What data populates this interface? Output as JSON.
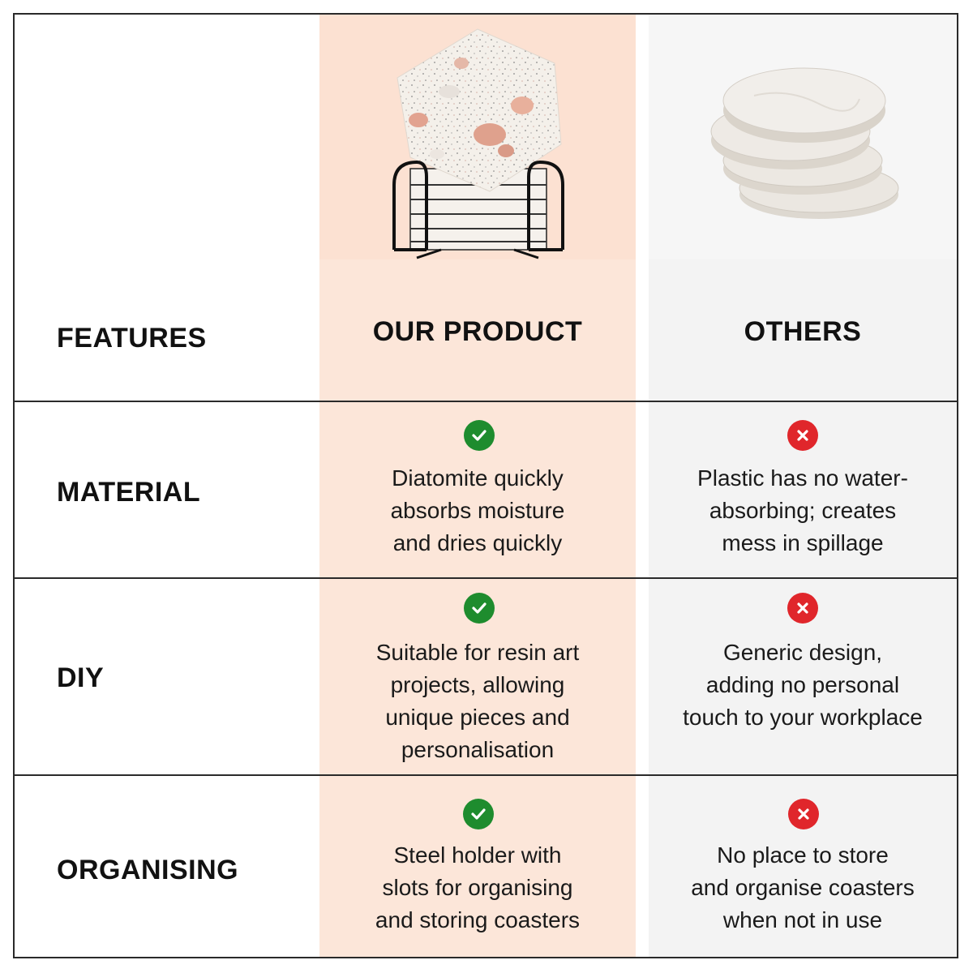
{
  "header": {
    "features_label": "FEATURES",
    "our_product_label": "OUR PRODUCT",
    "others_label": "OTHERS"
  },
  "images": {
    "ours": "hexagon-terrazzo-coasters-in-steel-holder",
    "others": "stacked-round-white-marble-coasters"
  },
  "rows": [
    {
      "feature": "MATERIAL",
      "ours_icon": "check-icon",
      "ours_lines": [
        "Diatomite quickly",
        "absorbs moisture",
        "and dries quickly"
      ],
      "others_icon": "cross-icon",
      "others_lines": [
        "Plastic has no water-",
        "absorbing; creates",
        "mess in spillage"
      ]
    },
    {
      "feature": "DIY",
      "ours_icon": "check-icon",
      "ours_lines": [
        "Suitable for resin art",
        "projects, allowing",
        "unique pieces and",
        "personalisation"
      ],
      "others_icon": "cross-icon",
      "others_lines": [
        "Generic design,",
        "adding no personal",
        "touch to your workplace"
      ]
    },
    {
      "feature": "ORGANISING",
      "ours_icon": "check-icon",
      "ours_lines": [
        "Steel holder with",
        "slots for organising",
        "and storing coasters"
      ],
      "others_icon": "cross-icon",
      "others_lines": [
        "No place to store",
        "and organise coasters",
        "when not in use"
      ]
    }
  ],
  "colors": {
    "ours_bg": "#fce6d9",
    "others_bg": "#f3f3f3",
    "check": "#1e8c2e",
    "cross": "#e0262b",
    "border": "#2a2a2a"
  }
}
